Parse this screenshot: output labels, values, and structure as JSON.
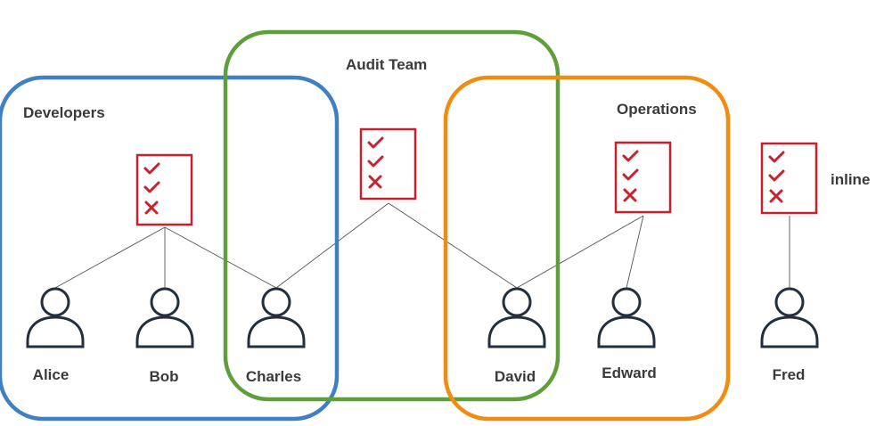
{
  "groups": {
    "developers": {
      "label": "Developers",
      "color": "#3f7fc3"
    },
    "audit": {
      "label": "Audit Team",
      "color": "#5f9f3a"
    },
    "operations": {
      "label": "Operations",
      "color": "#f08c10"
    }
  },
  "inline_label": "inline",
  "users": {
    "alice": {
      "name": "Alice"
    },
    "bob": {
      "name": "Bob"
    },
    "charles": {
      "name": "Charles"
    },
    "david": {
      "name": "David"
    },
    "edward": {
      "name": "Edward"
    },
    "fred": {
      "name": "Fred"
    }
  },
  "policy_icon": {
    "color": "#c8202f",
    "items": [
      "check",
      "check",
      "cross"
    ]
  },
  "user_icon": {
    "color": "#232f3e"
  }
}
